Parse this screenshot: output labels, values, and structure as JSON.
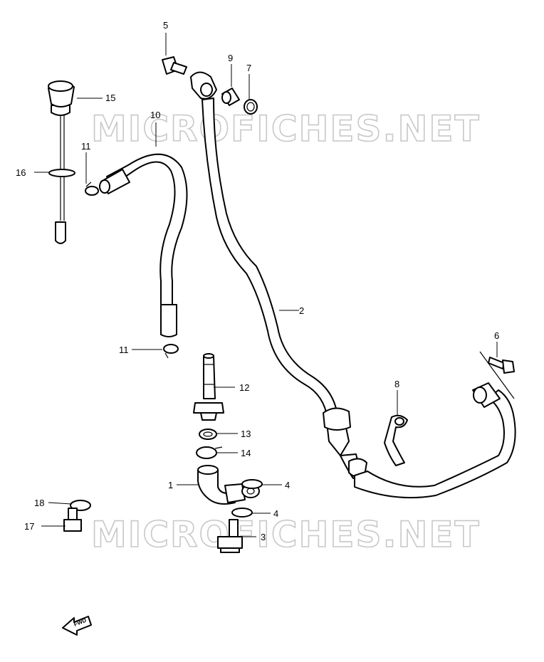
{
  "watermark": "MICROFICHES.NET",
  "fwd_label": "FWD",
  "callouts": {
    "c1": "1",
    "c2": "2",
    "c3": "3",
    "c4a": "4",
    "c4b": "4",
    "c5": "5",
    "c6": "6",
    "c7": "7",
    "c8": "8",
    "c9": "9",
    "c10": "10",
    "c11a": "11",
    "c11b": "11",
    "c12": "12",
    "c13": "13",
    "c14": "14",
    "c15": "15",
    "c16": "16",
    "c17": "17",
    "c18": "18"
  }
}
